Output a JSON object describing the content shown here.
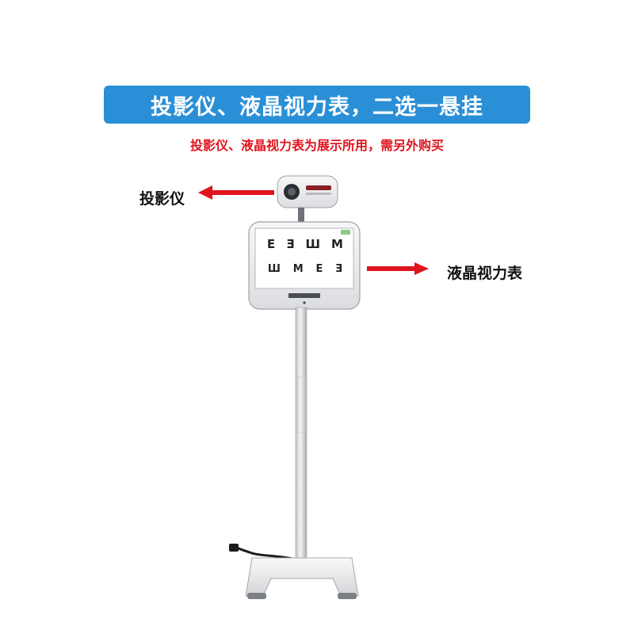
{
  "banner": {
    "title": "投影仪、液晶视力表，二选一悬挂"
  },
  "subtitle": {
    "text": "投影仪、液晶视力表为展示所用，需另外购买"
  },
  "labels": {
    "projector": "投影仪",
    "lcd_chart": "液晶视力表"
  },
  "eye_chart": {
    "row1": [
      "E",
      "Ǝ",
      "Ш",
      "M"
    ],
    "row2": [
      "Ш",
      "M",
      "E",
      "Ǝ"
    ]
  },
  "colors": {
    "banner": "#2a8fd6",
    "accent_red": "#e0141e"
  }
}
